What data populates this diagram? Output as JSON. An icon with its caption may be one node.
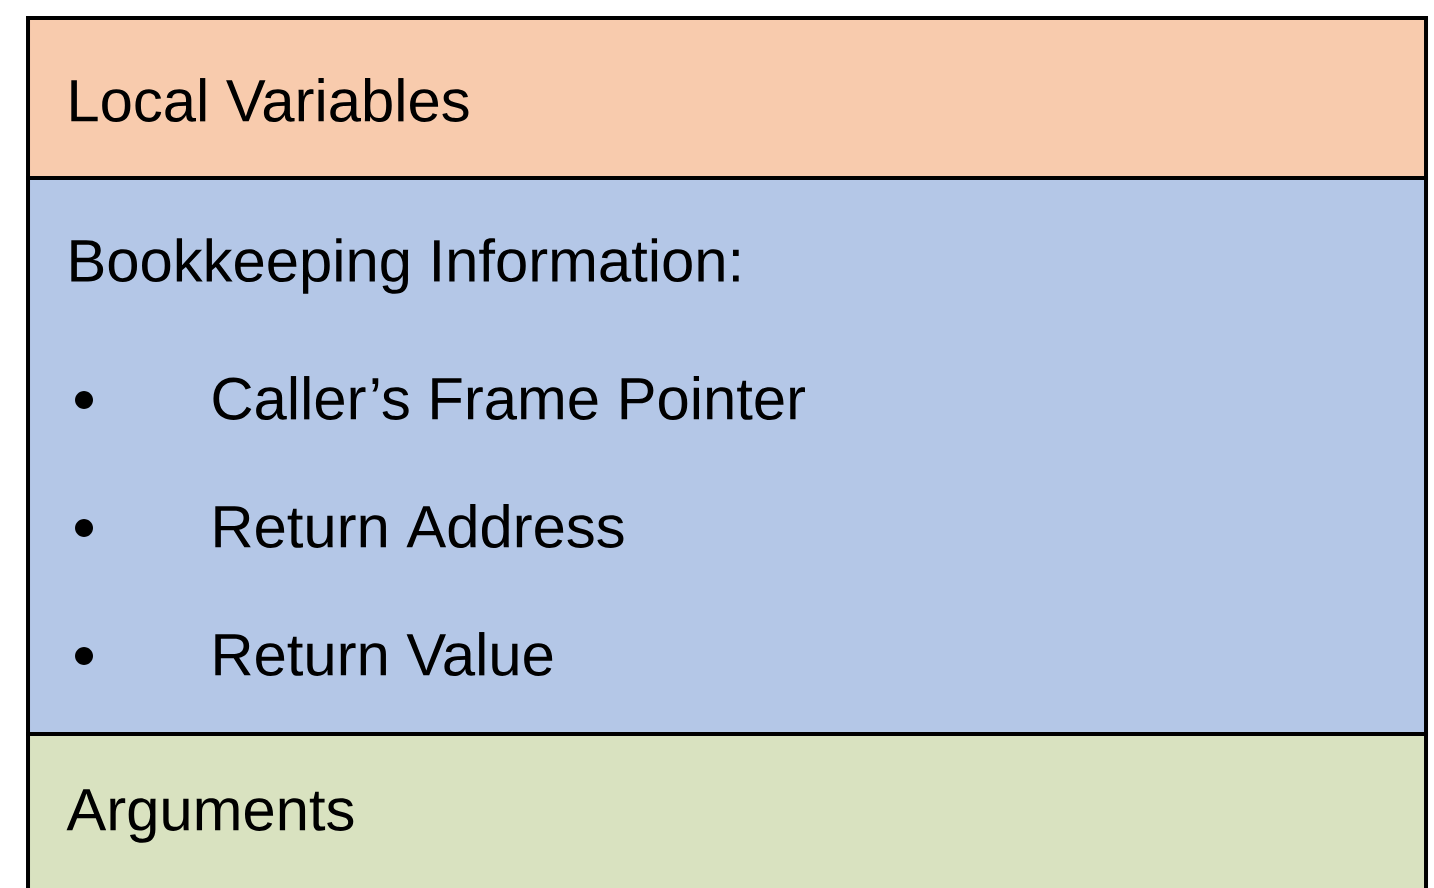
{
  "diagram": {
    "nodes": [
      {
        "text": [
          "Local Variables"
        ]
      },
      {
        "text": [
          "Bookkeeping Information:",
          "Caller’s Frame Pointer",
          "Return Address",
          "Return Value"
        ]
      },
      {
        "text": [
          "Arguments"
        ]
      }
    ]
  }
}
